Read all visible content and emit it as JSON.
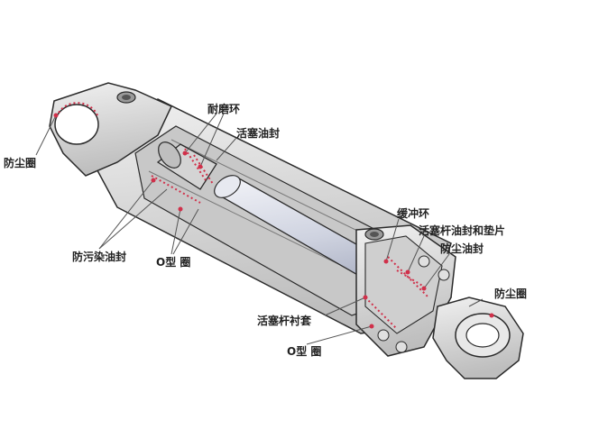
{
  "diagram": {
    "labels": {
      "wear_ring": "耐磨环",
      "piston_seal": "活塞油封",
      "dust_ring_left": "防尘圈",
      "anti_pollution_seal": "防污染油封",
      "o_ring_left": "O型 圈",
      "buffer_ring": "缓冲环",
      "rod_seal_gasket": "活塞杆油封和垫片",
      "dust_seal": "防尘油封",
      "dust_ring_right": "防尘圈",
      "rod_bushing": "活塞杆衬套",
      "o_ring_bottom": "O型 圈"
    },
    "colors": {
      "outline": "#2a2a2a",
      "body_fill": "#dcdcdc",
      "cutaway_fill": "#c8c8c8",
      "rod_fill": "#d6d9e4",
      "seal_marker": "#d0304a",
      "leader_line": "#555555"
    }
  }
}
